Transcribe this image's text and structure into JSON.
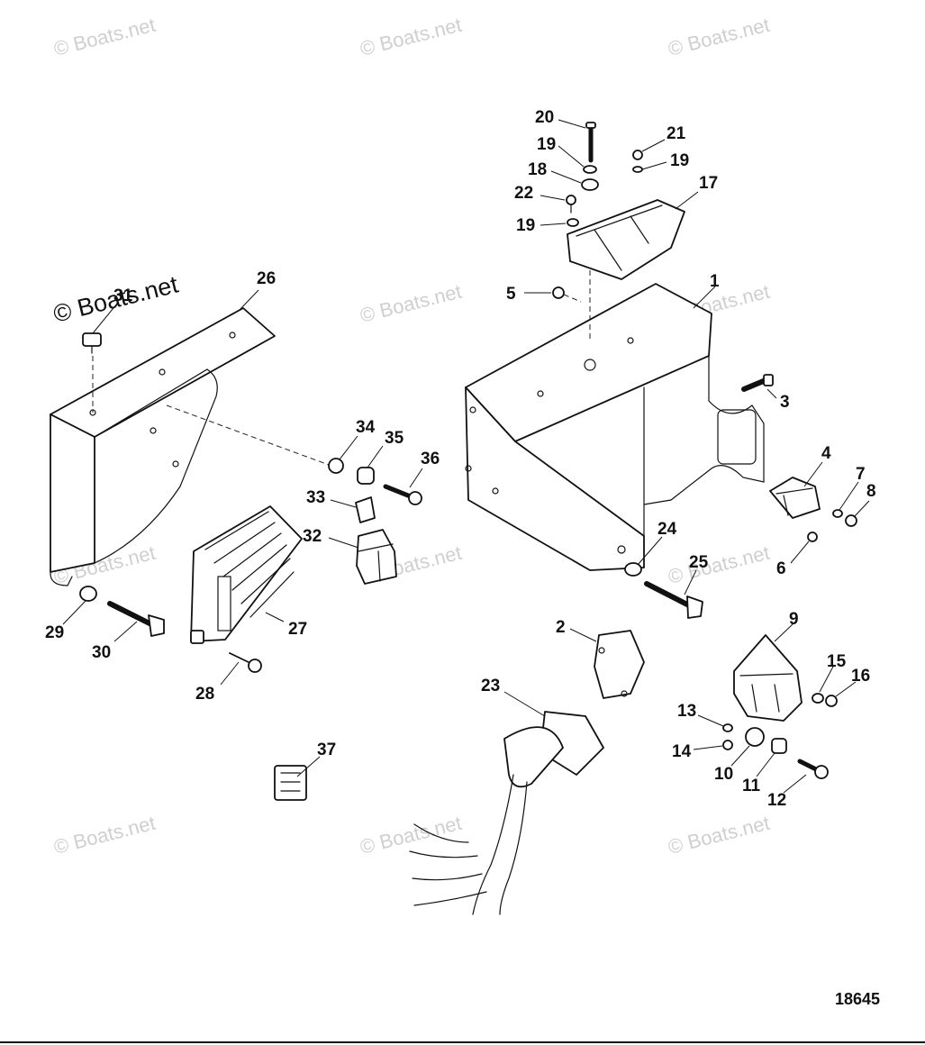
{
  "watermark": {
    "text": "© Boats.net"
  },
  "figure_number": "18645",
  "callouts": [
    {
      "id": "c1",
      "label": "1"
    },
    {
      "id": "c2",
      "label": "2"
    },
    {
      "id": "c3",
      "label": "3"
    },
    {
      "id": "c4",
      "label": "4"
    },
    {
      "id": "c5",
      "label": "5"
    },
    {
      "id": "c6",
      "label": "6"
    },
    {
      "id": "c7",
      "label": "7"
    },
    {
      "id": "c8",
      "label": "8"
    },
    {
      "id": "c9",
      "label": "9"
    },
    {
      "id": "c10",
      "label": "10"
    },
    {
      "id": "c11",
      "label": "11"
    },
    {
      "id": "c12",
      "label": "12"
    },
    {
      "id": "c13",
      "label": "13"
    },
    {
      "id": "c14",
      "label": "14"
    },
    {
      "id": "c15",
      "label": "15"
    },
    {
      "id": "c16",
      "label": "16"
    },
    {
      "id": "c17",
      "label": "17"
    },
    {
      "id": "c18",
      "label": "18"
    },
    {
      "id": "c19a",
      "label": "19"
    },
    {
      "id": "c19b",
      "label": "19"
    },
    {
      "id": "c19c",
      "label": "19"
    },
    {
      "id": "c20",
      "label": "20"
    },
    {
      "id": "c21",
      "label": "21"
    },
    {
      "id": "c22",
      "label": "22"
    },
    {
      "id": "c23",
      "label": "23"
    },
    {
      "id": "c24",
      "label": "24"
    },
    {
      "id": "c25",
      "label": "25"
    },
    {
      "id": "c26",
      "label": "26"
    },
    {
      "id": "c27",
      "label": "27"
    },
    {
      "id": "c28",
      "label": "28"
    },
    {
      "id": "c29",
      "label": "29"
    },
    {
      "id": "c30",
      "label": "30"
    },
    {
      "id": "c31",
      "label": "31"
    },
    {
      "id": "c32",
      "label": "32"
    },
    {
      "id": "c33",
      "label": "33"
    },
    {
      "id": "c34",
      "label": "34"
    },
    {
      "id": "c35",
      "label": "35"
    },
    {
      "id": "c36",
      "label": "36"
    },
    {
      "id": "c37",
      "label": "37"
    }
  ]
}
